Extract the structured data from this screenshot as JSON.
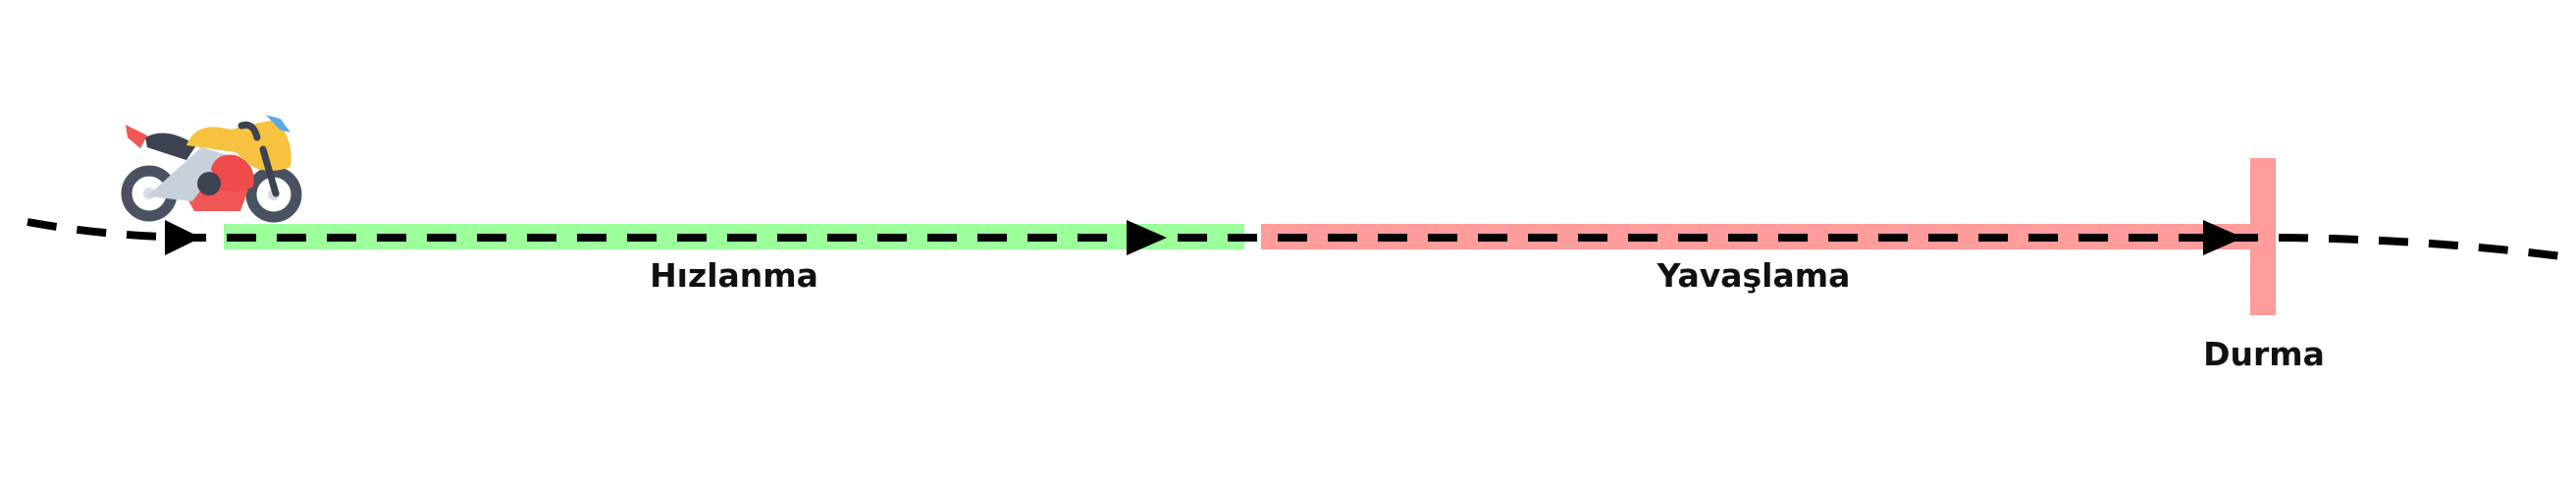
{
  "diagram": {
    "labels": {
      "accelerate": "Hızlanma",
      "decelerate": "Yavaşlama",
      "stop": "Durma"
    },
    "colors": {
      "accelerate_band": "#9cff9c",
      "decelerate_band": "#ff9c9c",
      "stop_bar": "#ff9c9c",
      "path": "#000000",
      "background": "#ffffff"
    },
    "vehicle": {
      "icon": "motorcycle-icon"
    }
  }
}
